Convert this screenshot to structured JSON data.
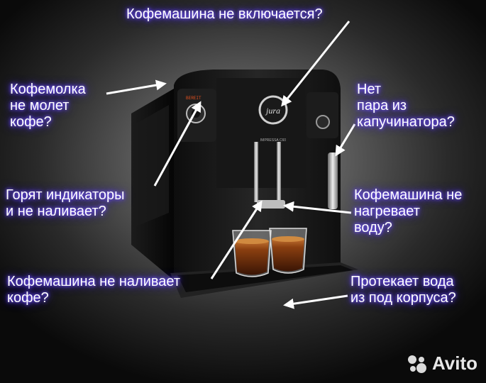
{
  "labels": {
    "not_turning_on": "Кофемашина не включается?",
    "grinder": "Кофемолка\nне молет\nкофе?",
    "no_steam": "Нет\nпара из\nкапучинатора?",
    "indicators": "Горят индикаторы\nи не наливает?",
    "not_heating": "Кофемашина не\nнагревает\nводу?",
    "not_pouring": "Кофемашина не наливает\nкофе?",
    "leaking": "Протекает вода\nиз под корпуса?"
  },
  "machine": {
    "brand": "jura",
    "model": "IMPRESSA C60",
    "display": "BEREIT"
  },
  "watermark": "Avito",
  "colors": {
    "label_glow": "#5b3cff",
    "arrow": "#ffffff",
    "machine_body": "#141414",
    "coffee": "#7a3a12"
  },
  "icons": [
    "arrow-icon",
    "avito-logo-icon"
  ]
}
